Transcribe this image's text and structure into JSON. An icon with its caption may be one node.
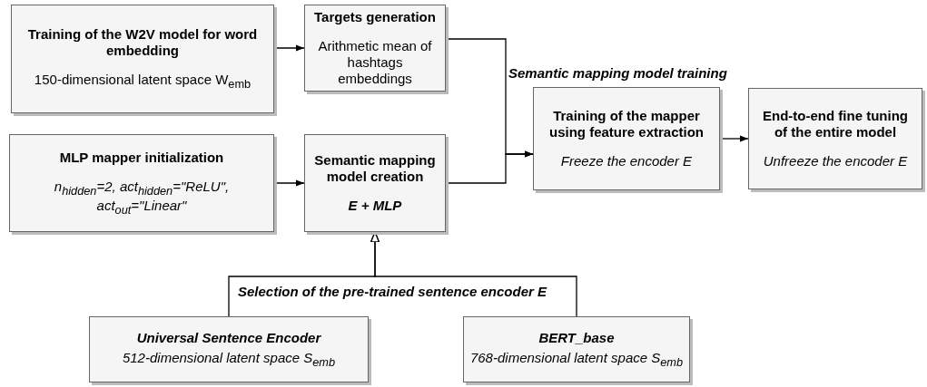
{
  "diagram": {
    "nodes": [
      {
        "text": [
          "Training of the W2V model for word  embedding",
          "150-dimensional latent space W$_{emb}$"
        ]
      },
      {
        "text": [
          "Targets generation",
          "Arithmetic mean of hashtags embeddings"
        ]
      },
      {
        "text": [
          "MLP mapper initialization",
          "n$_{hidden}$=2, act$_{hidden}$=\"ReLU\", act$_{out}$=\"Linear\""
        ]
      },
      {
        "text": [
          "Semantic mapping model creation",
          "E + MLP"
        ]
      },
      {
        "text": [
          "Training of the mapper using feature extraction",
          "Freeze the encoder E"
        ]
      },
      {
        "text": [
          "End-to-end fine tuning of the entire model",
          "Unfreeze the encoder E"
        ]
      },
      {
        "text": [
          "Universal Sentence Encoder",
          "512-dimensional latent space S$_{emb}$"
        ]
      },
      {
        "text": [
          "BERT_base",
          "768-dimensional latent space S$_{emb}$"
        ]
      }
    ],
    "edges": [
      {
        "from": 0,
        "to": 1,
        "arrow": "to"
      },
      {
        "from": 1,
        "to": 4,
        "arrow": "to"
      },
      {
        "from": 2,
        "to": 3,
        "arrow": "to"
      },
      {
        "from": 3,
        "to": 4,
        "arrow": "to"
      },
      {
        "from": 4,
        "to": 5,
        "arrow": "to"
      },
      {
        "from": 6,
        "to": 3,
        "arrow": "to",
        "label": "Selection of the pre-trained sentence encoder E"
      },
      {
        "from": 7,
        "to": 3,
        "arrow": "to"
      }
    ],
    "labels": [
      "Semantic mapping model training"
    ]
  }
}
